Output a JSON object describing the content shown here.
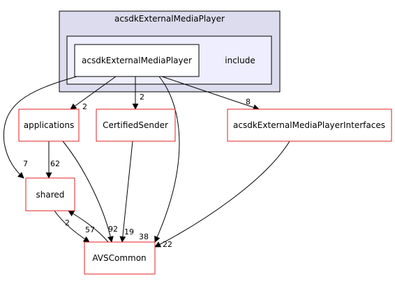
{
  "outer_cluster": {
    "label": "acsdkExternalMediaPlayer",
    "fill": "#dcdcee",
    "stroke": "#000000"
  },
  "inner_cluster": {
    "fill": "#eeeefe"
  },
  "nodes": {
    "main": {
      "label": "acsdkExternalMediaPlayer",
      "stroke": "#000000"
    },
    "include": {
      "label": "include"
    },
    "applications": {
      "label": "applications",
      "stroke": "#e02020"
    },
    "certified_sender": {
      "label": "CertifiedSender",
      "stroke": "#e02020"
    },
    "interfaces": {
      "label": "acsdkExternalMediaPlayerInterfaces",
      "stroke": "#e02020"
    },
    "shared": {
      "label": "shared",
      "stroke": "#e02020"
    },
    "avscommon": {
      "label": "AVSCommon",
      "stroke": "#e02020"
    }
  },
  "edges": {
    "main_to_applications": "2",
    "main_to_certified_sender": "2",
    "main_to_interfaces": "8",
    "main_to_shared": "7",
    "main_to_avscommon": "38",
    "applications_to_shared": "62",
    "applications_to_avscommon": "92",
    "certified_sender_to_avscommon": "19",
    "interfaces_to_avscommon": "22",
    "shared_to_avscommon": "2",
    "avscommon_to_shared": "57"
  }
}
